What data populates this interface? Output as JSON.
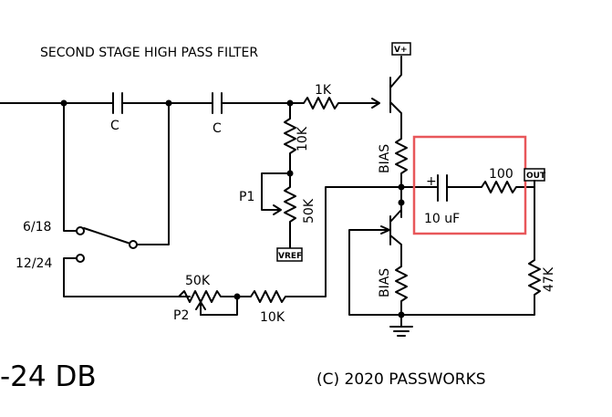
{
  "title": "SECOND STAGE HIGH PASS FILTER",
  "copyright": "(C) 2020 PASSWORKS",
  "db_label": "-24 DB",
  "labels": {
    "c1": "C",
    "c2": "C",
    "r_1k": "1K",
    "r_10k_vert": "10K",
    "p1": "P1",
    "p1_value": "50K",
    "vref": "VREF",
    "vplus": "V+",
    "bias_top": "BIAS",
    "bias_bottom": "BIAS",
    "cap_polarity": "+",
    "cap_value": "10 uF",
    "r_100": "100",
    "out": "OUT",
    "r_47k": "47K",
    "switch_6_18": "6/18",
    "switch_12_24": "12/24",
    "p2_value": "50K",
    "p2": "P2",
    "r_10k_horiz": "10K"
  },
  "colors": {
    "highlight": "#e8575a",
    "ink": "#000000"
  }
}
